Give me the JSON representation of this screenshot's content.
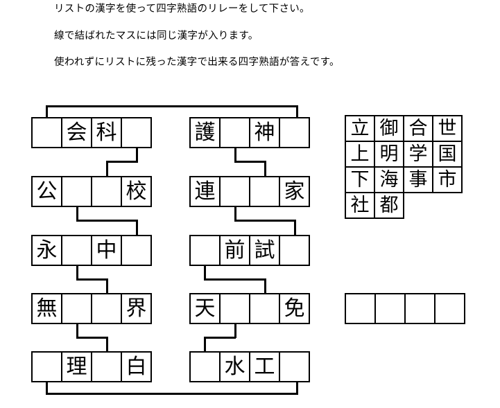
{
  "instructions": [
    "リストの漢字を使って四字熟語のリレーをして下さい。",
    "線で結ばれたマスには同じ漢字が入ります。",
    "使われずにリストに残った漢字で出来る四字熟語が答えです。"
  ],
  "left_grid": {
    "rows": [
      [
        "",
        "会",
        "科",
        ""
      ],
      [
        "公",
        "",
        "",
        "校"
      ],
      [
        "永",
        "",
        "中",
        ""
      ],
      [
        "無",
        "",
        "",
        "界"
      ],
      [
        "",
        "理",
        "",
        "白"
      ]
    ]
  },
  "right_grid": {
    "rows": [
      [
        "護",
        "",
        "神",
        ""
      ],
      [
        "連",
        "",
        "",
        "家"
      ],
      [
        "",
        "前",
        "試",
        ""
      ],
      [
        "天",
        "",
        "",
        "免"
      ],
      [
        "",
        "水",
        "工",
        ""
      ]
    ]
  },
  "kanji_list": {
    "rows": [
      [
        "立",
        "御",
        "合",
        "世"
      ],
      [
        "上",
        "明",
        "学",
        "国"
      ],
      [
        "下",
        "海",
        "事",
        "市"
      ],
      [
        "社",
        "都"
      ]
    ]
  },
  "answer_box": {
    "cells": [
      "",
      "",
      "",
      ""
    ]
  },
  "colors": {
    "line": "#000000",
    "background": "#ffffff"
  }
}
